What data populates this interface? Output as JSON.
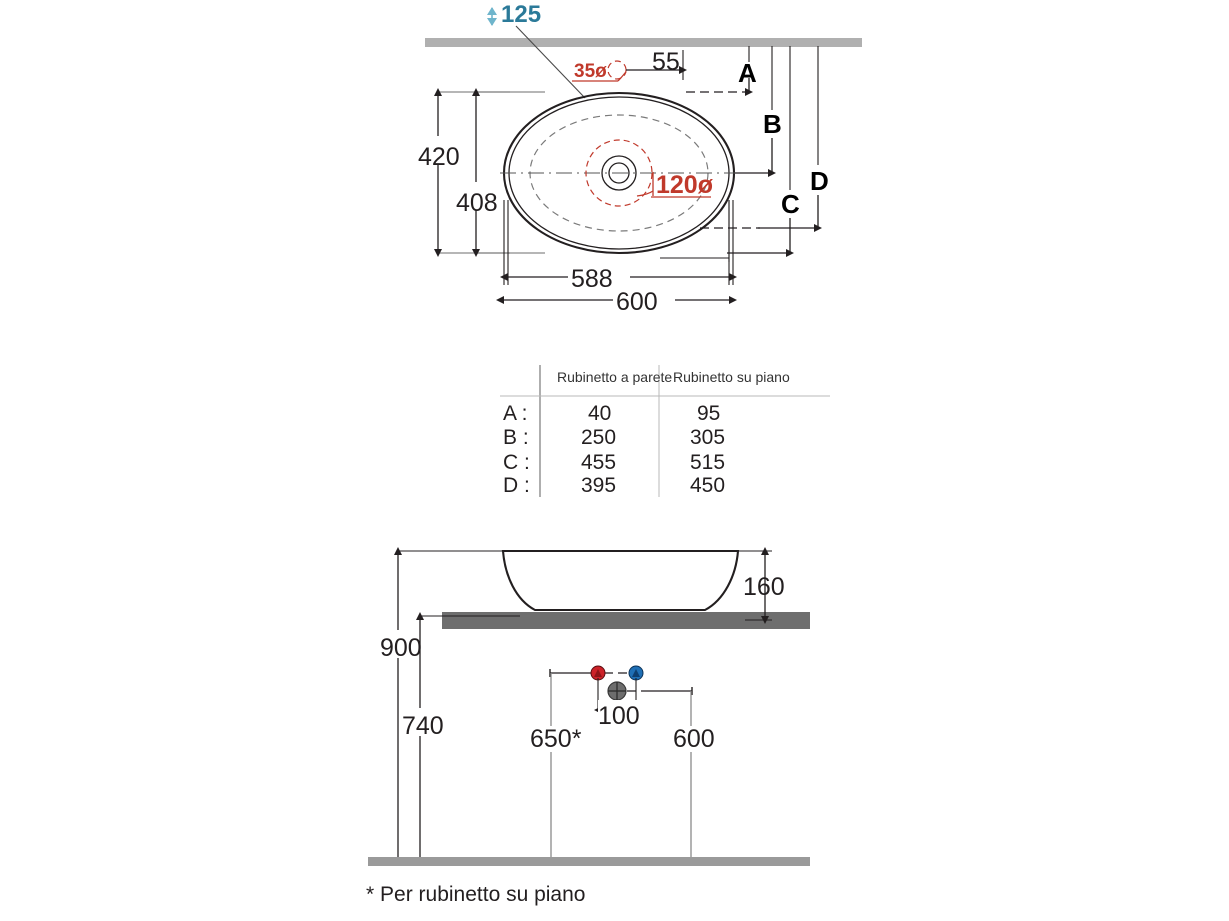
{
  "document": {
    "type": "technical-drawing",
    "subject": "Oval countertop washbasin dimensional drawing",
    "units": "mm"
  },
  "plan_view": {
    "label_125": "125",
    "label_125_icon": "up-down-arrow-icon",
    "label_35d": "35ø",
    "label_55": "55",
    "label_420": "420",
    "label_408": "408",
    "label_120d": "120ø",
    "label_588": "588",
    "label_600": "600",
    "letters": {
      "a": "A",
      "b": "B",
      "c": "C",
      "d": "D"
    }
  },
  "table": {
    "col_blank": "",
    "col1_header": "Rubinetto a parete",
    "col2_header": "Rubinetto su piano",
    "rows": [
      {
        "label": "A :",
        "wall": "40",
        "deck": "95"
      },
      {
        "label": "B :",
        "wall": "250",
        "deck": "305"
      },
      {
        "label": "C :",
        "wall": "455",
        "deck": "515"
      },
      {
        "label": "D :",
        "wall": "395",
        "deck": "450"
      }
    ]
  },
  "elevation_view": {
    "label_160": "160",
    "label_900": "900",
    "label_740": "740",
    "label_100": "100",
    "label_650": "650*",
    "label_600": "600",
    "hot_marker": "hot-water-marker-icon",
    "cold_marker": "cold-water-marker-icon",
    "drain_marker": "drain-outlet-icon"
  },
  "footnote": {
    "text": "* Per rubinetto su piano"
  },
  "colors": {
    "red_annotation": "#c0392b",
    "teal_annotation": "#2b7a99",
    "wall_gray": "#b0b0b0",
    "counter_gray": "#6e6e6e",
    "floor_gray": "#9a9a9a",
    "hot_red": "#cc2229",
    "cold_blue": "#1f6fb5",
    "line_black": "#231f20"
  }
}
